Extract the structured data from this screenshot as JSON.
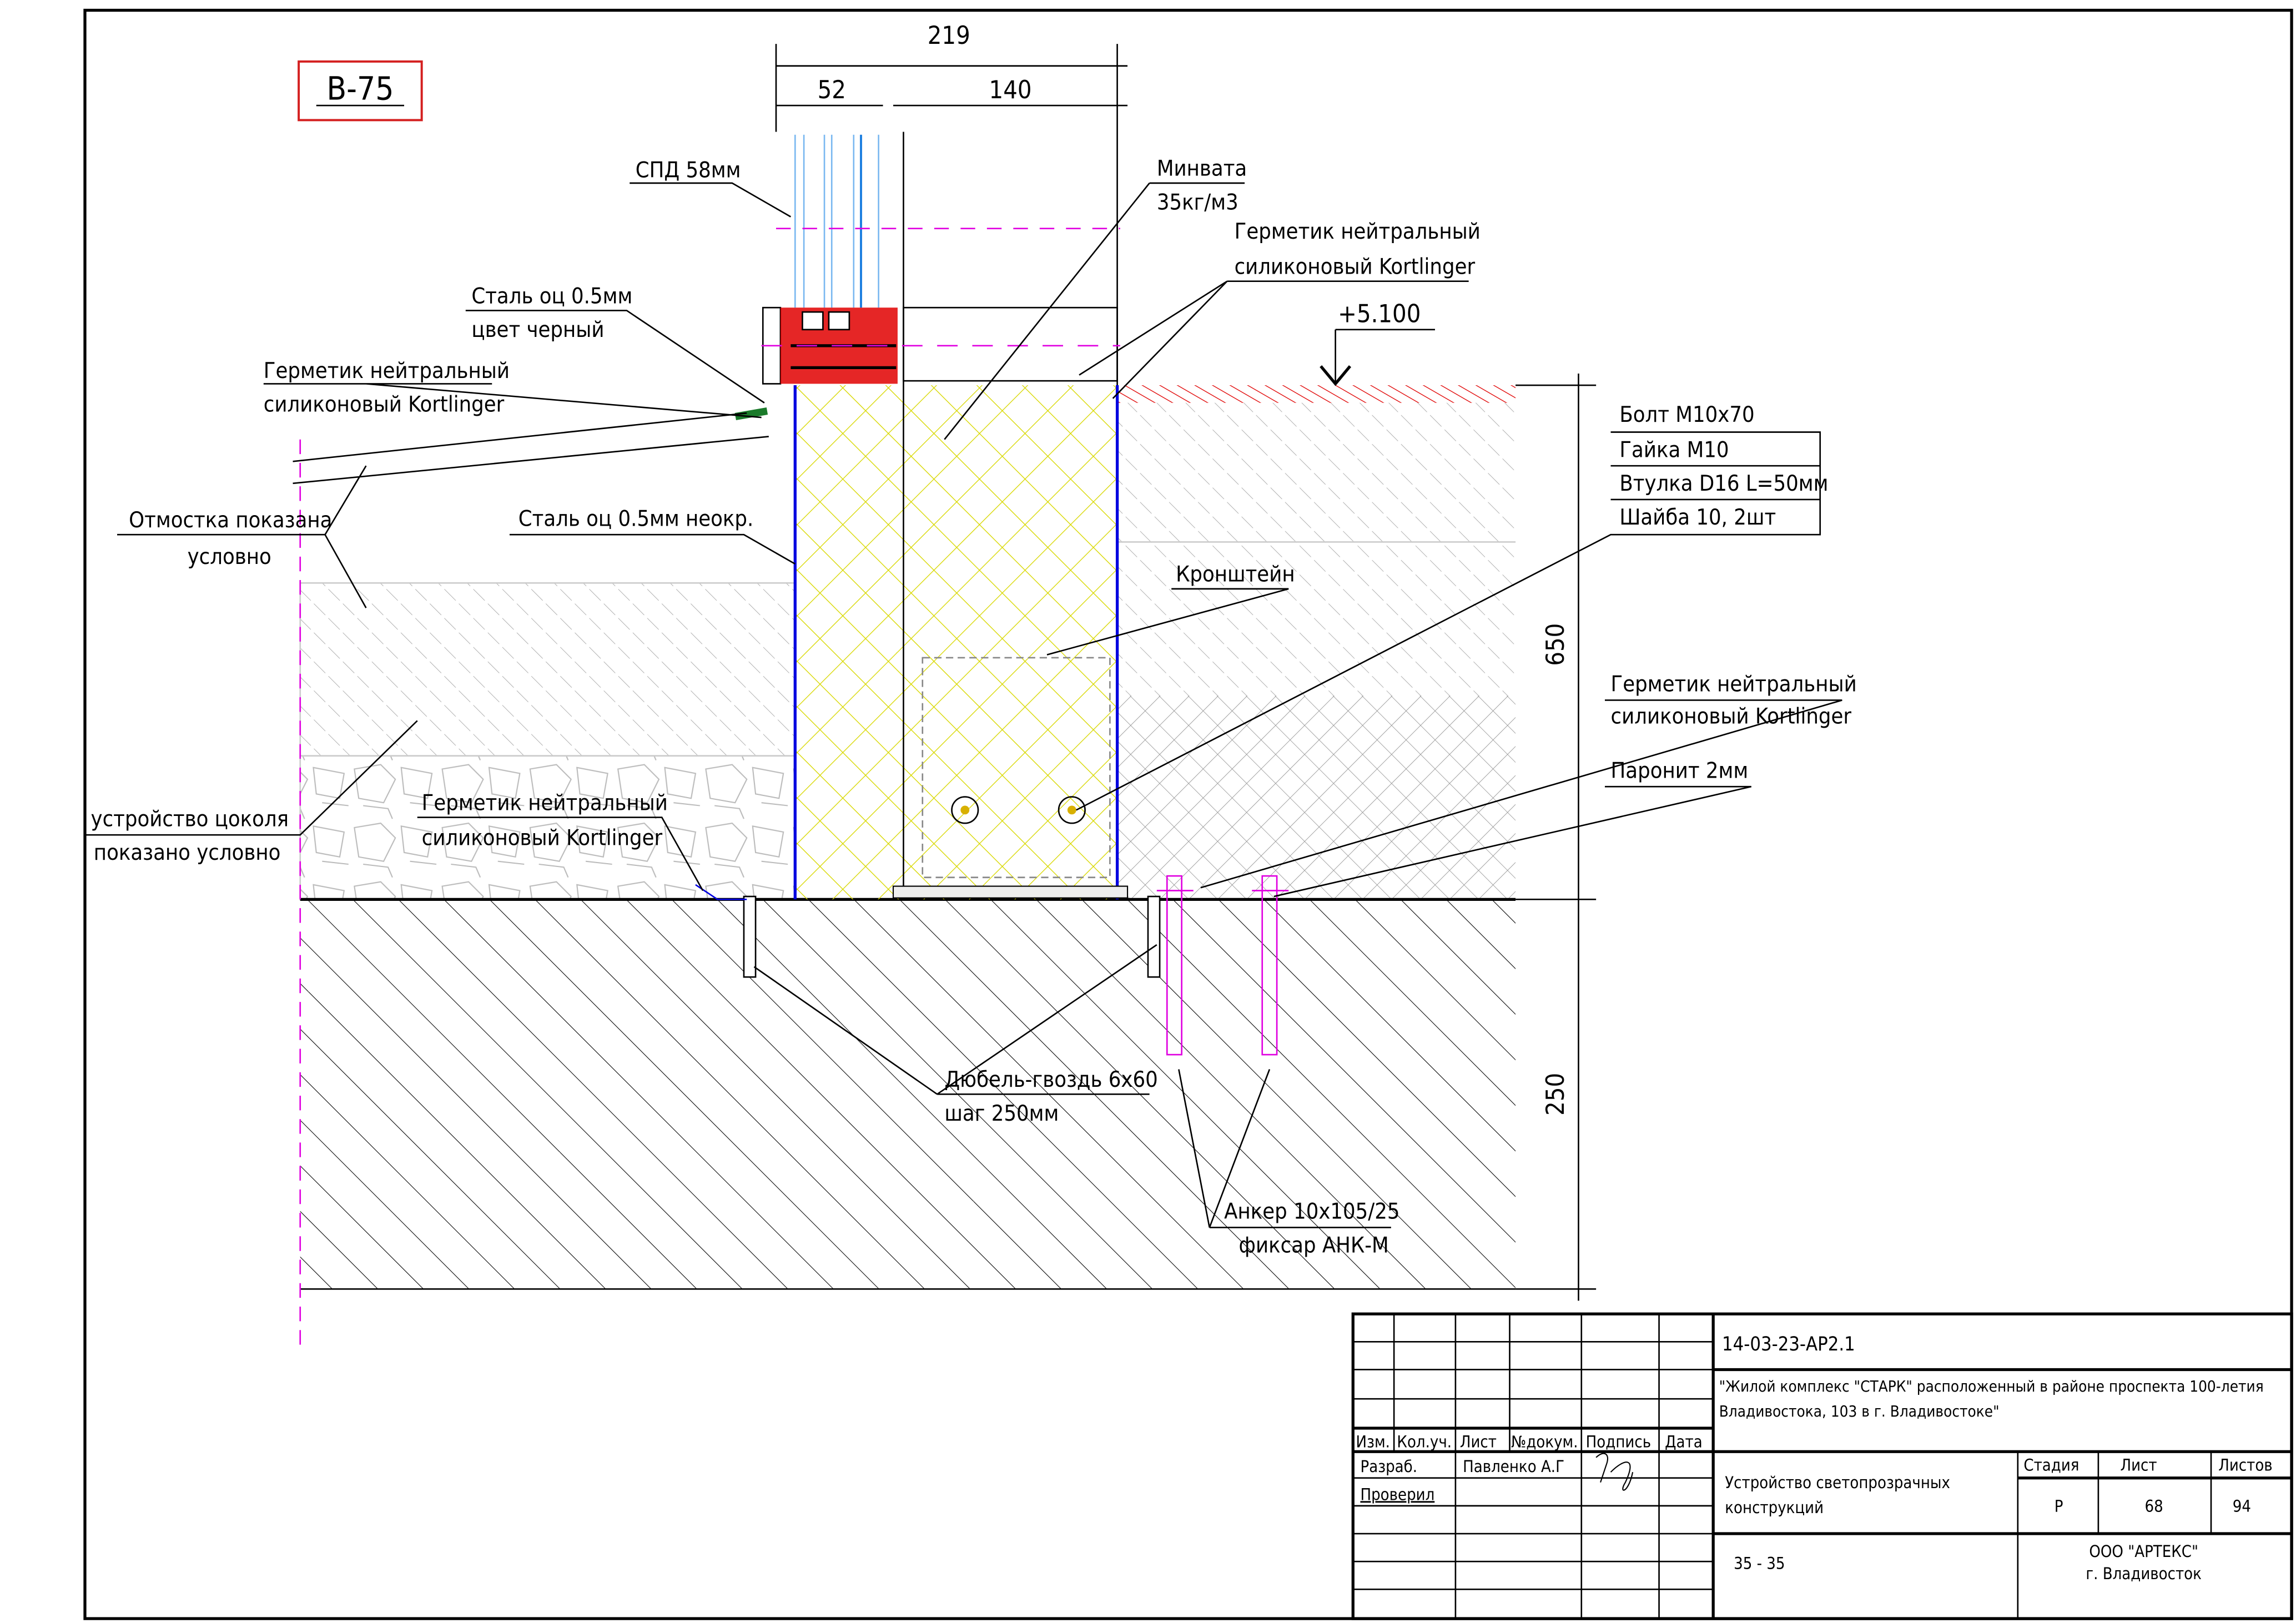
{
  "drawing": {
    "detail_id": "В-75",
    "dimensions": {
      "total_width": "219",
      "glass_width": "52",
      "frame_width": "140",
      "height_upper": "650",
      "height_lower": "250"
    },
    "level_mark": "+5.100",
    "labels": {
      "spd": "СПД 58мм",
      "minvata_1": "Минвата",
      "minvata_2": "35кг/м3",
      "sealant_top_1": "Герметик нейтральный",
      "sealant_top_2": "силиконовый Kortlinger",
      "steel_black_1": "Сталь оц 0.5мм",
      "steel_black_2": "цвет черный",
      "sealant_left_1": "Герметик нейтральный",
      "sealant_left_2": "силиконовый Kortlinger",
      "otmostka_1": "Отмостка показана",
      "otmostka_2": "условно",
      "steel_raw": "Сталь оц 0.5мм неокр.",
      "bracket": "Кронштейн",
      "bolt": "Болт М10х70",
      "nut": "Гайка М10",
      "sleeve": "Втулка D16 L=50мм",
      "washer": "Шайба 10, 2шт",
      "sealant_right_1": "Герметик нейтральный",
      "sealant_right_2": "силиконовый Kortlinger",
      "paronit": "Паронит 2мм",
      "plinth_1": "устройство цоколя",
      "plinth_2": "показано условно",
      "sealant_bottom_1": "Герметик нейтральный",
      "sealant_bottom_2": "силиконовый Kortlinger",
      "dowel_1": "Дюбель-гвоздь 6х60",
      "dowel_2": "шаг 250мм",
      "anchor_1": "Анкер 10х105/25",
      "anchor_2": "фиксар АНК-М"
    },
    "colors": {
      "frame_red": "#e00000",
      "glass_blue": "#1e7fe0",
      "insulation": "#d8d800",
      "membrane_blue": "#0000e0",
      "fastener_magenta": "#e000e0",
      "sealant_green": "#1a7a2a",
      "detail_box": "#d42020"
    }
  },
  "title_block": {
    "doc_code": "14-03-23-АР2.1",
    "project_line1": "\"Жилой комплекс \"СТАРК\" расположенный в районе проспекта 100-летия",
    "project_line2": "Владивостока, 103 в г. Владивостоке\"",
    "headers": [
      "Изм.",
      "Кол.уч.",
      "Лист",
      "№докум.",
      "Подпись",
      "Дата"
    ],
    "role_developer": "Разраб.",
    "developer_name": "Павленко А.Г",
    "role_checker": "Проверил",
    "sheet_title_1": "Устройство светопрозрачных",
    "sheet_title_2": "конструкций",
    "stage_header": "Стадия",
    "sheet_header": "Лист",
    "sheets_header": "Листов",
    "stage": "Р",
    "sheet": "68",
    "sheets": "94",
    "section": "35  -  35",
    "company": "ООО \"АРТЕКС\"",
    "city": "г. Владивосток"
  }
}
